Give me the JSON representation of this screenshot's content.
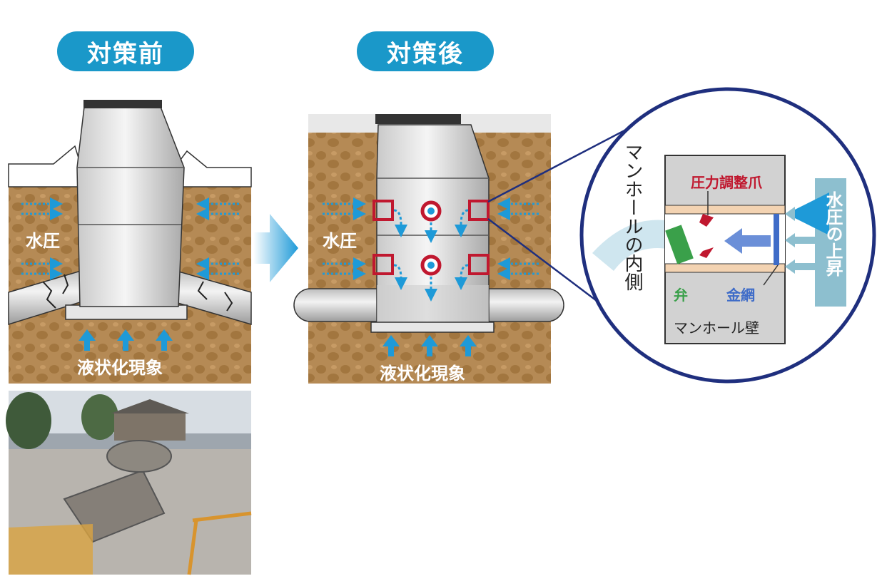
{
  "before": {
    "title": "対策前",
    "water_pressure_label": "水圧",
    "liquefaction_label": "液状化現象"
  },
  "after": {
    "title": "対策後",
    "water_pressure_label": "水圧",
    "liquefaction_label": "液状化現象"
  },
  "detail": {
    "inside_label": "マンホールの内側",
    "claw_label": "圧力調整爪",
    "valve_label": "弁",
    "mesh_label": "金網",
    "wall_label": "マンホール壁",
    "rise_label": "水圧の上昇"
  },
  "colors": {
    "pill": "#1a98c9",
    "soil": "#b58a55",
    "arrow": "#1e9ad8",
    "highlight": "#c0182f",
    "circle": "#1f2f7e",
    "valve": "#3aa04a",
    "mesh": "#3f6cc8",
    "rise_band": "#8dbfcf"
  }
}
